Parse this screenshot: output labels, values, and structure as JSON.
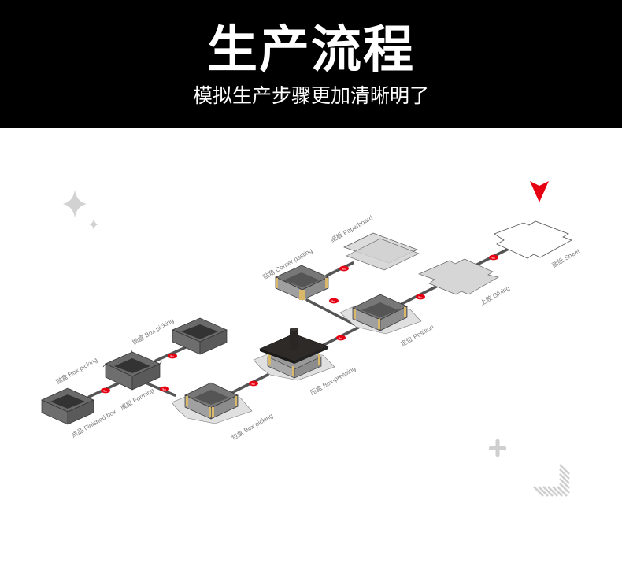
{
  "header": {
    "title": "生产流程",
    "subtitle": "模拟生产步骤更加清晰明了"
  },
  "colors": {
    "header_bg": "#000000",
    "accent_red": "#e60012",
    "box_dark": "#5a5a5a",
    "box_mid": "#8c8c8c",
    "box_light": "#a8a8a8",
    "sheet_fill": "#d6d6d6",
    "corner_tape": "#d9b86a",
    "connector": "#555555",
    "decor_gray": "#cfcfcf"
  },
  "steps": [
    {
      "id": 1,
      "label": "面纸 Sheet"
    },
    {
      "id": 2,
      "label": "上胶 Gluing"
    },
    {
      "id": 3,
      "label": "定位 Position"
    },
    {
      "id": 4,
      "label": "纸板 Paperboard"
    },
    {
      "id": 5,
      "label": "贴角 Corner pasting"
    },
    {
      "id": 6,
      "label": "压盒 Box-pressing"
    },
    {
      "id": 7,
      "label": "包盒 Box picking"
    },
    {
      "id": 8,
      "label": "成型 Forming"
    },
    {
      "id": 9,
      "label": "抛盒 Box picking"
    },
    {
      "id": 10,
      "label": "抛盒 Box picking"
    },
    {
      "id": 11,
      "label": "成品 Finished box"
    }
  ],
  "icons": {
    "start_marker": "red-down-arrow",
    "sparkle": "four-point-star",
    "plus": "plus-sign",
    "corner": "hatched-corner-bracket"
  }
}
